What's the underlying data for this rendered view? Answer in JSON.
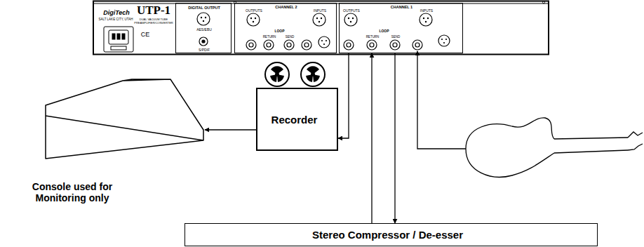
{
  "diagram": {
    "nodes": [
      {
        "text": [
          "DigiTech",
          "UTP-1",
          "SALT LAKE CITY, UTAH",
          "DUAL VACUUM TUBE PREAMPLIFIER/CONVERTER",
          "CE"
        ]
      },
      {
        "text": [
          "DIGITAL OUTPUT",
          "AES/EBU",
          "S/PDIF"
        ],
        "in": 0
      },
      {
        "text": [
          "CHANNEL 2",
          "OUTPUTS",
          "LOOP",
          "RETURN",
          "SEND",
          "INPUTS"
        ],
        "in": 0
      },
      {
        "text": [
          "CHANNEL 1",
          "OUTPUTS",
          "LOOP",
          "RETURN",
          "SEND",
          "INPUTS"
        ],
        "in": 0
      },
      {
        "text": [
          "Recorder"
        ]
      },
      {
        "text": [
          "Console used for Monitoring only"
        ]
      },
      {
        "text": [
          "Stereo Compressor / De-esser"
        ]
      }
    ],
    "edges": [
      {
        "from": 3,
        "to": 4,
        "arrow": "to"
      },
      {
        "from": 4,
        "to": 5,
        "arrow": "to"
      },
      {
        "from": 3,
        "to": 6,
        "arrow": "to"
      },
      {
        "from": 6,
        "to": 3,
        "arrow": "to"
      }
    ]
  }
}
